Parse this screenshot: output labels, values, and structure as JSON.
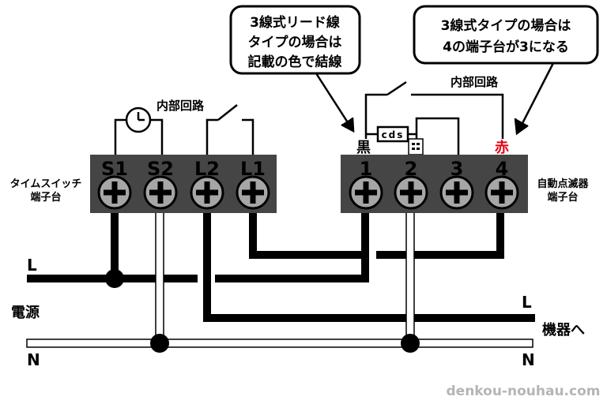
{
  "callout_left": {
    "line1": "3線式リード線",
    "line2": "タイプの場合は",
    "line3": "記載の色で結線"
  },
  "callout_right": {
    "line1": "3線式タイプの場合は",
    "line2": "4の端子台が3になる"
  },
  "left_block": {
    "label_line1": "タイムスイッチ",
    "label_line2": "端子台",
    "terminals": [
      "S1",
      "S2",
      "L2",
      "L1"
    ],
    "internal_label": "内部回路"
  },
  "right_block": {
    "label_line1": "自動点滅器",
    "label_line2": "端子台",
    "terminals": [
      "1",
      "2",
      "3",
      "4"
    ],
    "internal_label": "内部回路",
    "sensor_label": "cds",
    "wire_black": "黒",
    "wire_red": "赤"
  },
  "power": {
    "label": "電源",
    "line_l": "L",
    "line_n": "N"
  },
  "load": {
    "label": "機器へ",
    "line_l": "L",
    "line_n": "N"
  },
  "watermark": "denkou-nouhau.com",
  "colors": {
    "block": "#454545",
    "screw_fill": "#a6a6a6",
    "red_label": "#e60012"
  }
}
